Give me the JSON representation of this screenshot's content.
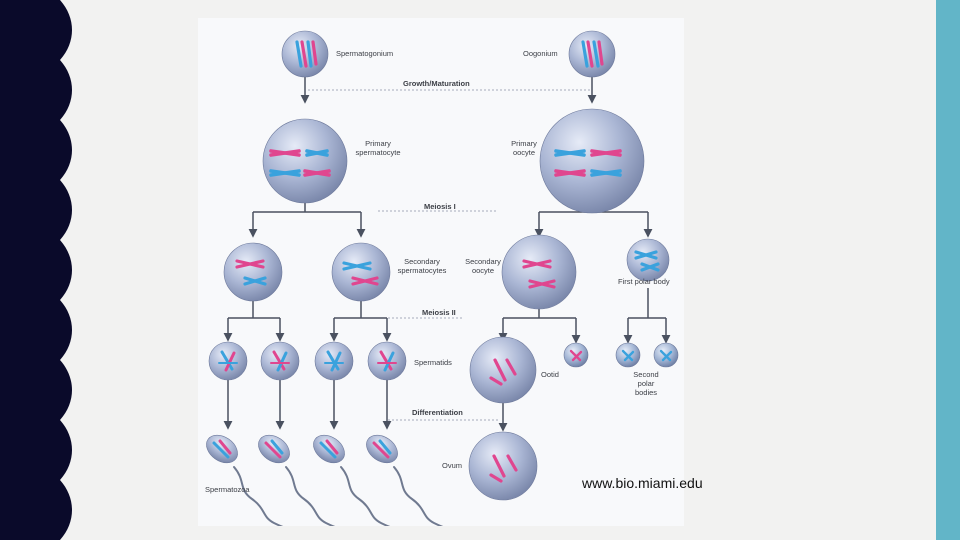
{
  "slide": {
    "colors": {
      "left_band": "#0a0a2a",
      "right_band": "#62b5c8",
      "background": "#f2f2f1"
    }
  },
  "diagram": {
    "cell_labels": {
      "spermatogonium": "Spermatogonium",
      "oogonium": "Oogonium",
      "primary_spermatocyte": "Primary\nspermatocyte",
      "primary_oocyte": "Primary\noocyte",
      "secondary_spermatocytes": "Secondary\nspermatocytes",
      "secondary_oocyte": "Secondary\noocyte",
      "first_polar_body": "First polar body",
      "spermatids": "Spermatids",
      "ootid": "Ootid",
      "second_polar_bodies": "Second polar\nbodies",
      "spermatozoa": "Spermatozoa",
      "ovum": "Ovum"
    },
    "stage_labels": {
      "growth": "Growth/Maturation",
      "meiosis1": "Meiosis I",
      "meiosis2": "Meiosis II",
      "differentiation": "Differentiation"
    },
    "colors": {
      "pink": "#e0468f",
      "blue": "#3aa2dd",
      "cell": "#9aa7c8",
      "arrow": "#4a5160"
    }
  },
  "credit": "www.bio.miami.edu"
}
